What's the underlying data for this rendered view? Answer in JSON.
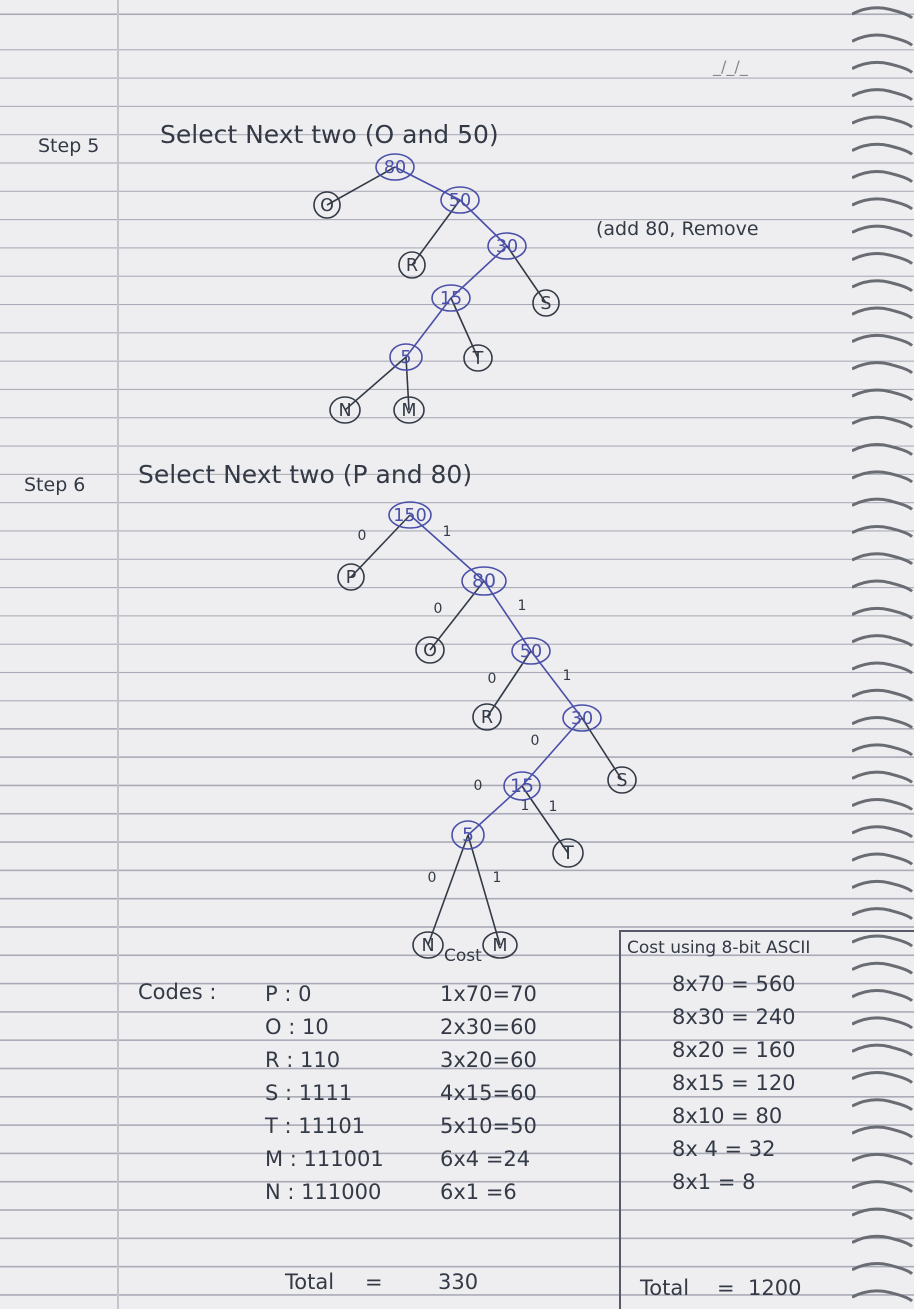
{
  "header": {
    "date": "_/_/_"
  },
  "step5": {
    "label": "Step 5",
    "text": "Select  Next  two  (O  and  50)",
    "note": "(add 80, Remove"
  },
  "step6": {
    "label": "Step 6",
    "text": "Select  Next  two  (P  and  80)"
  },
  "tree5": {
    "nodes": [
      "80",
      "O",
      "50",
      "R",
      "30",
      "15",
      "S",
      "5",
      "T",
      "N",
      "M"
    ]
  },
  "tree6": {
    "nodes": [
      "150",
      "P",
      "80",
      "O",
      "50",
      "R",
      "30",
      "15",
      "S",
      "5",
      "T",
      "N",
      "M"
    ],
    "edge_labels": [
      "0",
      "1",
      "0",
      "1",
      "0",
      "1",
      "0",
      "1",
      "0",
      "1",
      "0",
      "1"
    ]
  },
  "codes": {
    "label": "Codes :",
    "rows": [
      {
        "sym": "P",
        "code": "0"
      },
      {
        "sym": "O",
        "code": "10"
      },
      {
        "sym": "R",
        "code": "110"
      },
      {
        "sym": "S",
        "code": "1111"
      },
      {
        "sym": "T",
        "code": "11101"
      },
      {
        "sym": "M",
        "code": "111001"
      },
      {
        "sym": "N",
        "code": "111000"
      }
    ]
  },
  "cost": {
    "header": "Cost",
    "rows": [
      "1x70=70",
      "2x30=60",
      "3x20=60",
      "4x15=60",
      "5x10=50",
      "6x4 =24",
      "6x1 =6"
    ],
    "total_label": "Total",
    "total_value": "330"
  },
  "ascii_cost": {
    "header": "Cost using 8-bit ASCII",
    "rows": [
      "8x70 = 560",
      "8x30 = 240",
      "8x20 = 160",
      "8x15 = 120",
      "8x10 = 80",
      "8x 4 = 32",
      "8x1 = 8"
    ],
    "total_label": "Total",
    "total_value": "1200"
  },
  "colors": {
    "ink": "#333a45",
    "blue_ink": "#4a4fa8",
    "paper": "#eeeef1",
    "rule": "#a9aab6"
  }
}
